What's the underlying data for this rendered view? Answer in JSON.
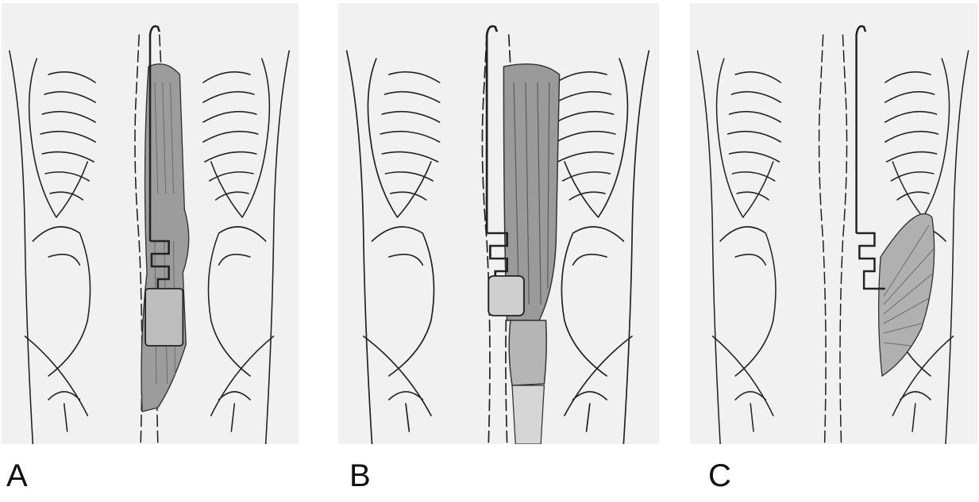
{
  "panels": [
    {
      "id": "A",
      "label": "A"
    },
    {
      "id": "B",
      "label": "B"
    },
    {
      "id": "C",
      "label": "C"
    }
  ]
}
